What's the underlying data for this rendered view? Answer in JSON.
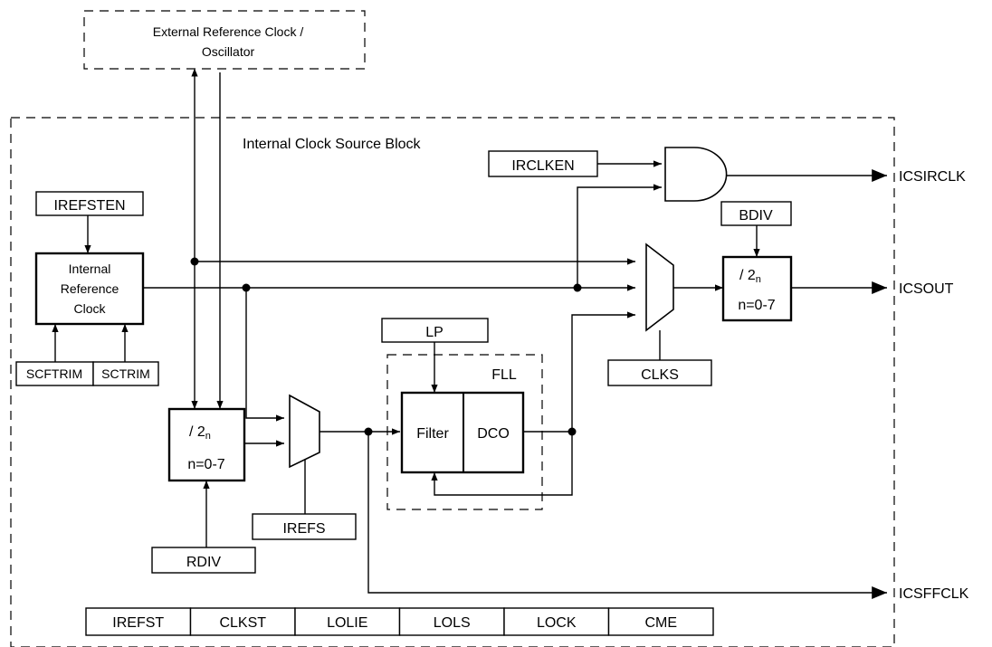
{
  "external": {
    "line1": "External Reference Clock /",
    "line2": "Oscillator"
  },
  "block_title": "Internal Clock Source Block",
  "inputs": {
    "irclken": "IRCLKEN",
    "irefsten": "IREFSTEN",
    "bdiv": "BDIV",
    "lp": "LP",
    "clks": "CLKS",
    "irefs": "IREFS",
    "rdiv": "RDIV",
    "scftrim": "SCFTRIM",
    "sctrim": "SCTRIM"
  },
  "irc": {
    "line1": "Internal",
    "line2": "Reference",
    "line3": "Clock"
  },
  "divider_out": {
    "prefix": "/ 2",
    "exp": "n",
    "range": "n=0-7"
  },
  "divider_ref": {
    "prefix": "/ 2",
    "exp": "n",
    "range": "n=0-7"
  },
  "fll": {
    "title": "FLL",
    "filter": "Filter",
    "dco": "DCO"
  },
  "outputs": {
    "icsirclk": "ICSIRCLK",
    "icsout": "ICSOUT",
    "icsffclk": "ICSFFCLK"
  },
  "status_bits": [
    "IREFST",
    "CLKST",
    "LOLIE",
    "LOLS",
    "LOCK",
    "CME"
  ]
}
